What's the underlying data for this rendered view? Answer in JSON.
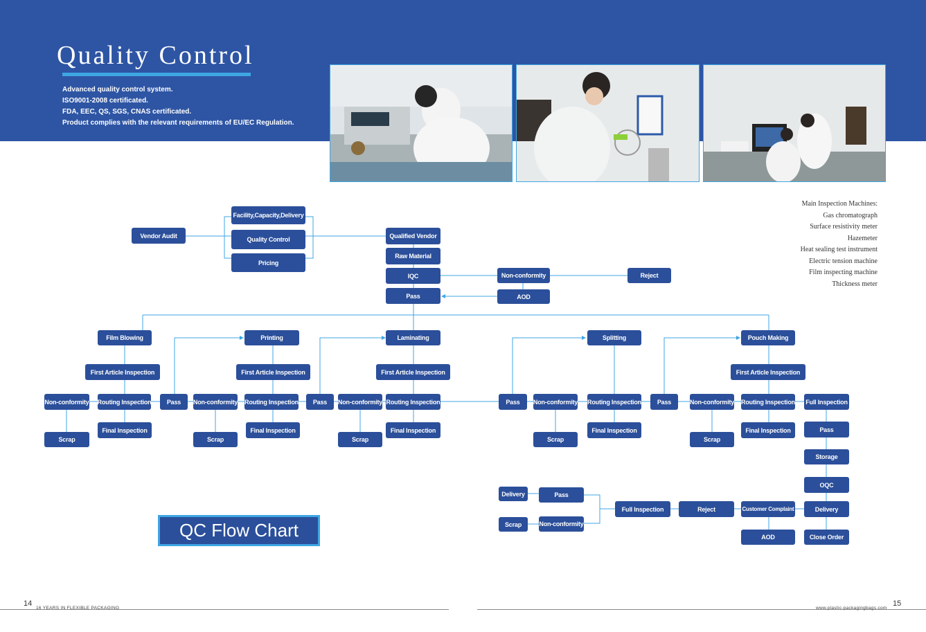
{
  "header": {
    "title": "Quality Control",
    "intro": [
      "Advanced quality control system.",
      "ISO9001-2008 certificated.",
      "FDA, EEC, QS, SGS, CNAS certificated.",
      "Product complies with the relevant requirements of EU/EC Regulation."
    ]
  },
  "machines": {
    "heading": "Main Inspection Machines:",
    "items": [
      "Gas chromatograph",
      "Surface resistivity meter",
      "Hazemeter",
      "Heat sealing test instrument",
      "Electric tension machine",
      "Film inspecting machine",
      "Thickness meter"
    ]
  },
  "flow": {
    "vendor_audit": "Vendor Audit",
    "facility": "Facility,Capacity,Delivery",
    "quality_control": "Quality Control",
    "pricing": "Pricing",
    "qualified_vendor": "Qualified Vendor",
    "raw_material": "Raw Material",
    "iqc": "IQC",
    "non_conformity": "Non-conformity",
    "reject": "Reject",
    "pass": "Pass",
    "aod": "AOD",
    "film_blowing": "Film Blowing",
    "printing": "Printing",
    "laminating": "Laminating",
    "splitting": "Splitting",
    "pouch_making": "Pouch Making",
    "first_article": "First Article Inspection",
    "routing": "Routing Inspection",
    "final": "Final Inspection",
    "scrap": "Scrap",
    "full_inspection": "Full Inspection",
    "storage": "Storage",
    "oqc": "OQC",
    "delivery": "Delivery",
    "close_order": "Close Order",
    "customer_complaint": "Customer Complaint"
  },
  "qc_label": "QC  Flow Chart",
  "footer": {
    "left_page": "14",
    "left_text": "16 YEARS IN FLEXIBLE PACKAGING",
    "right_text": "www.plastic-packagingbags.com",
    "right_page": "15"
  },
  "colors": {
    "brand": "#2e55a4",
    "node": "#2b4f9a",
    "accent": "#3fa6e4",
    "connector": "#3fa6e4"
  }
}
